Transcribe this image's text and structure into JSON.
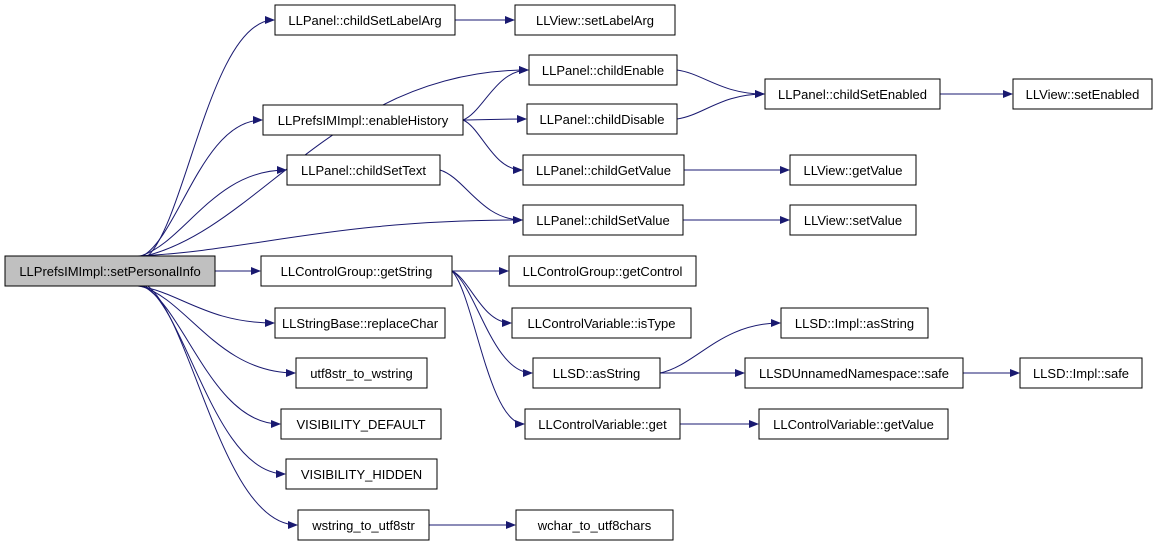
{
  "colors": {
    "edge": "#191970",
    "node_fill": "#ffffff",
    "node_border": "#000000",
    "root_fill": "#c0c0c0",
    "text": "#000000"
  },
  "nodes": [
    {
      "id": "root",
      "label": "LLPrefsIMImpl::setPersonalInfo",
      "root": true
    },
    {
      "id": "childSetLabelArg",
      "label": "LLPanel::childSetLabelArg"
    },
    {
      "id": "setLabelArg",
      "label": "LLView::setLabelArg"
    },
    {
      "id": "childEnable",
      "label": "LLPanel::childEnable"
    },
    {
      "id": "childSetEnabled",
      "label": "LLPanel::childSetEnabled"
    },
    {
      "id": "setEnabled",
      "label": "LLView::setEnabled"
    },
    {
      "id": "enableHistory",
      "label": "LLPrefsIMImpl::enableHistory"
    },
    {
      "id": "childDisable",
      "label": "LLPanel::childDisable"
    },
    {
      "id": "childGetValue",
      "label": "LLPanel::childGetValue"
    },
    {
      "id": "getValue",
      "label": "LLView::getValue"
    },
    {
      "id": "childSetText",
      "label": "LLPanel::childSetText"
    },
    {
      "id": "childSetValue",
      "label": "LLPanel::childSetValue"
    },
    {
      "id": "setValue",
      "label": "LLView::setValue"
    },
    {
      "id": "getString",
      "label": "LLControlGroup::getString"
    },
    {
      "id": "getControl",
      "label": "LLControlGroup::getControl"
    },
    {
      "id": "replaceChar",
      "label": "LLStringBase::replaceChar"
    },
    {
      "id": "isType",
      "label": "LLControlVariable::isType"
    },
    {
      "id": "implAsString",
      "label": "LLSD::Impl::asString"
    },
    {
      "id": "utf8str_to_wstring",
      "label": "utf8str_to_wstring"
    },
    {
      "id": "asString",
      "label": "LLSD::asString"
    },
    {
      "id": "unnamedSafe",
      "label": "LLSDUnnamedNamespace::safe"
    },
    {
      "id": "implSafe",
      "label": "LLSD::Impl::safe"
    },
    {
      "id": "visDefault",
      "label": "VISIBILITY_DEFAULT"
    },
    {
      "id": "cvGet",
      "label": "LLControlVariable::get"
    },
    {
      "id": "cvGetValue",
      "label": "LLControlVariable::getValue"
    },
    {
      "id": "visHidden",
      "label": "VISIBILITY_HIDDEN"
    },
    {
      "id": "wstring_to_utf8str",
      "label": "wstring_to_utf8str"
    },
    {
      "id": "wchar_to_utf8chars",
      "label": "wchar_to_utf8chars"
    }
  ],
  "edges": [
    [
      "root",
      "childSetLabelArg"
    ],
    [
      "root",
      "childEnable"
    ],
    [
      "root",
      "enableHistory"
    ],
    [
      "root",
      "childSetText"
    ],
    [
      "root",
      "childSetValue"
    ],
    [
      "root",
      "getString"
    ],
    [
      "root",
      "replaceChar"
    ],
    [
      "root",
      "utf8str_to_wstring"
    ],
    [
      "root",
      "visDefault"
    ],
    [
      "root",
      "visHidden"
    ],
    [
      "root",
      "wstring_to_utf8str"
    ],
    [
      "childSetLabelArg",
      "setLabelArg"
    ],
    [
      "childEnable",
      "childSetEnabled"
    ],
    [
      "childSetEnabled",
      "setEnabled"
    ],
    [
      "enableHistory",
      "childEnable"
    ],
    [
      "enableHistory",
      "childDisable"
    ],
    [
      "enableHistory",
      "childGetValue"
    ],
    [
      "childDisable",
      "childSetEnabled"
    ],
    [
      "childGetValue",
      "getValue"
    ],
    [
      "childSetText",
      "childSetValue"
    ],
    [
      "childSetValue",
      "setValue"
    ],
    [
      "getString",
      "getControl"
    ],
    [
      "getString",
      "isType"
    ],
    [
      "getString",
      "asString"
    ],
    [
      "getString",
      "cvGet"
    ],
    [
      "asString",
      "implAsString"
    ],
    [
      "asString",
      "unnamedSafe"
    ],
    [
      "unnamedSafe",
      "implSafe"
    ],
    [
      "cvGet",
      "cvGetValue"
    ],
    [
      "wstring_to_utf8str",
      "wchar_to_utf8chars"
    ]
  ]
}
